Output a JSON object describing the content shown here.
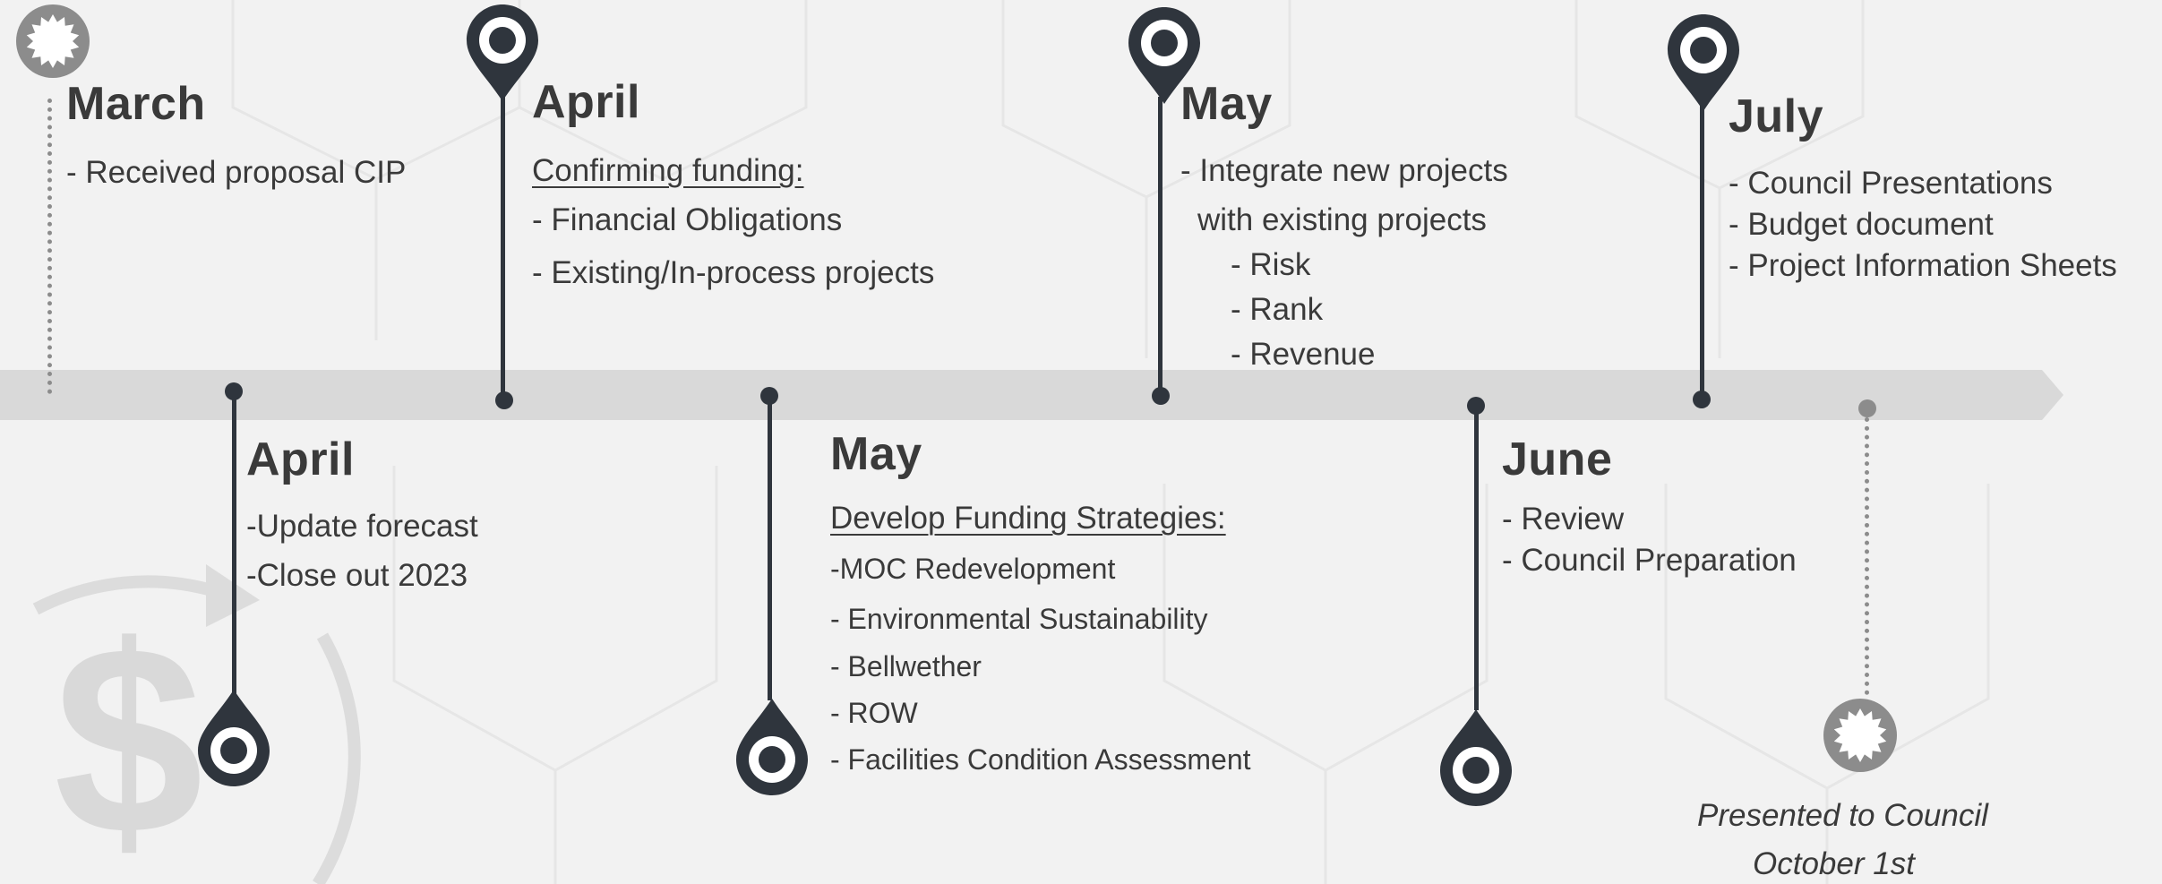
{
  "colors": {
    "accent": "#2f353d",
    "band": "#d9d9d9",
    "muted": "#8c8c8c",
    "text": "#3a3a3a",
    "background": "#f2f2f2"
  },
  "milestones": {
    "march": {
      "title": "March",
      "lines": [
        "- Received proposal CIP"
      ]
    },
    "april_top": {
      "title": "April",
      "heading": "Confirming funding:",
      "lines": [
        "- Financial Obligations",
        "- Existing/In-process projects"
      ]
    },
    "april_bottom": {
      "title": "April",
      "lines": [
        "-Update forecast",
        "-Close out 2023"
      ]
    },
    "may_bottom": {
      "title": "May",
      "heading": "Develop Funding Strategies:",
      "lines": [
        "-MOC Redevelopment",
        "- Environmental  Sustainability",
        "- Bellwether",
        "- ROW",
        "- Facilities  Condition  Assessment"
      ]
    },
    "may_top": {
      "title": "May",
      "lines": [
        "- Integrate new projects",
        "with existing projects"
      ],
      "sublines": [
        "- Risk",
        "- Rank",
        "- Revenue"
      ]
    },
    "june": {
      "title": "June",
      "lines": [
        "- Review",
        "- Council Preparation"
      ]
    },
    "july": {
      "title": "July",
      "lines": [
        "- Council Presentations",
        "- Budget document",
        "- Project Information Sheets"
      ]
    },
    "final": {
      "lines": [
        "Presented to Council",
        "October 1st"
      ]
    }
  },
  "icons": [
    "starburst-icon",
    "map-pin-icon",
    "dollar-cycle-icon"
  ]
}
